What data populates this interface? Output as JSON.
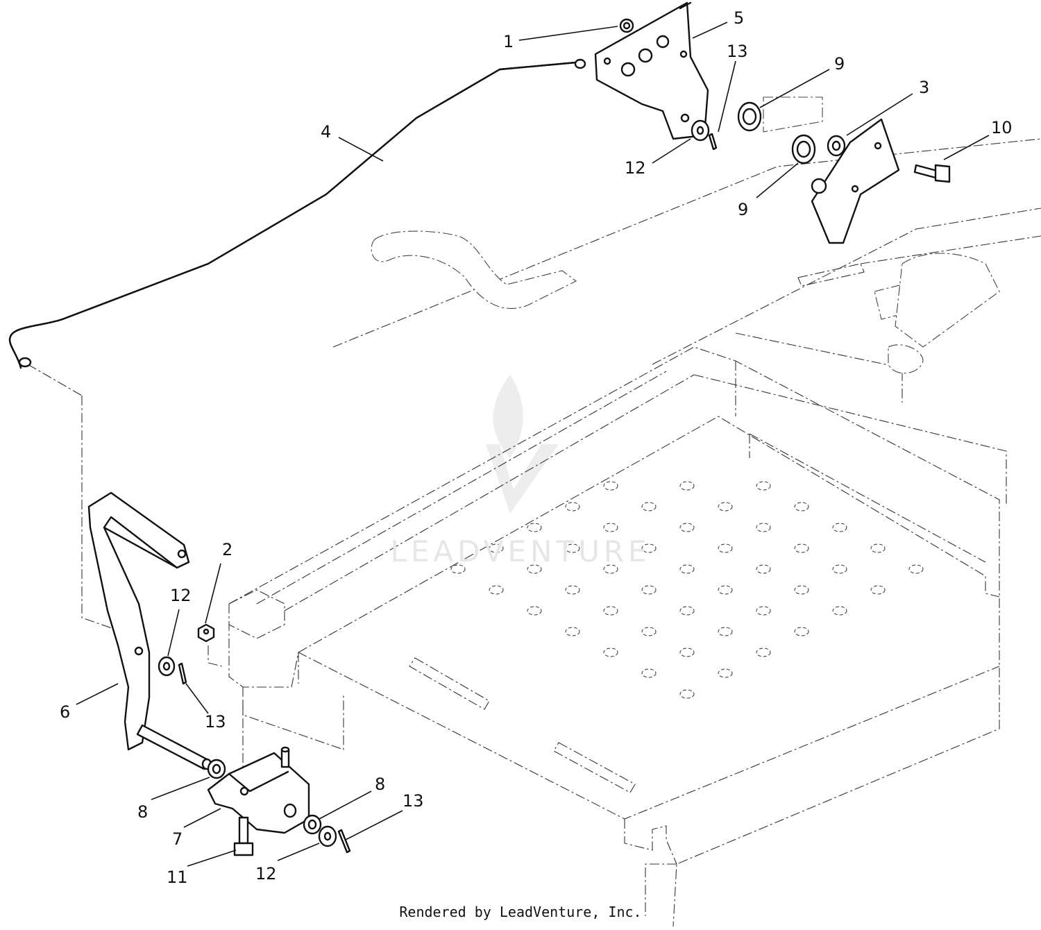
{
  "diagram": {
    "callouts": {
      "c1": "1",
      "c2": "2",
      "c3": "3",
      "c4": "4",
      "c5": "5",
      "c6": "6",
      "c7": "7",
      "c8a": "8",
      "c8b": "8",
      "c9a": "9",
      "c9b": "9",
      "c10": "10",
      "c11": "11",
      "c12a": "12",
      "c12b": "12",
      "c12c": "12",
      "c13a": "13",
      "c13b": "13",
      "c13c": "13"
    },
    "watermark": "LEADVENTURE",
    "footer": "Rendered by LeadVenture, Inc."
  }
}
